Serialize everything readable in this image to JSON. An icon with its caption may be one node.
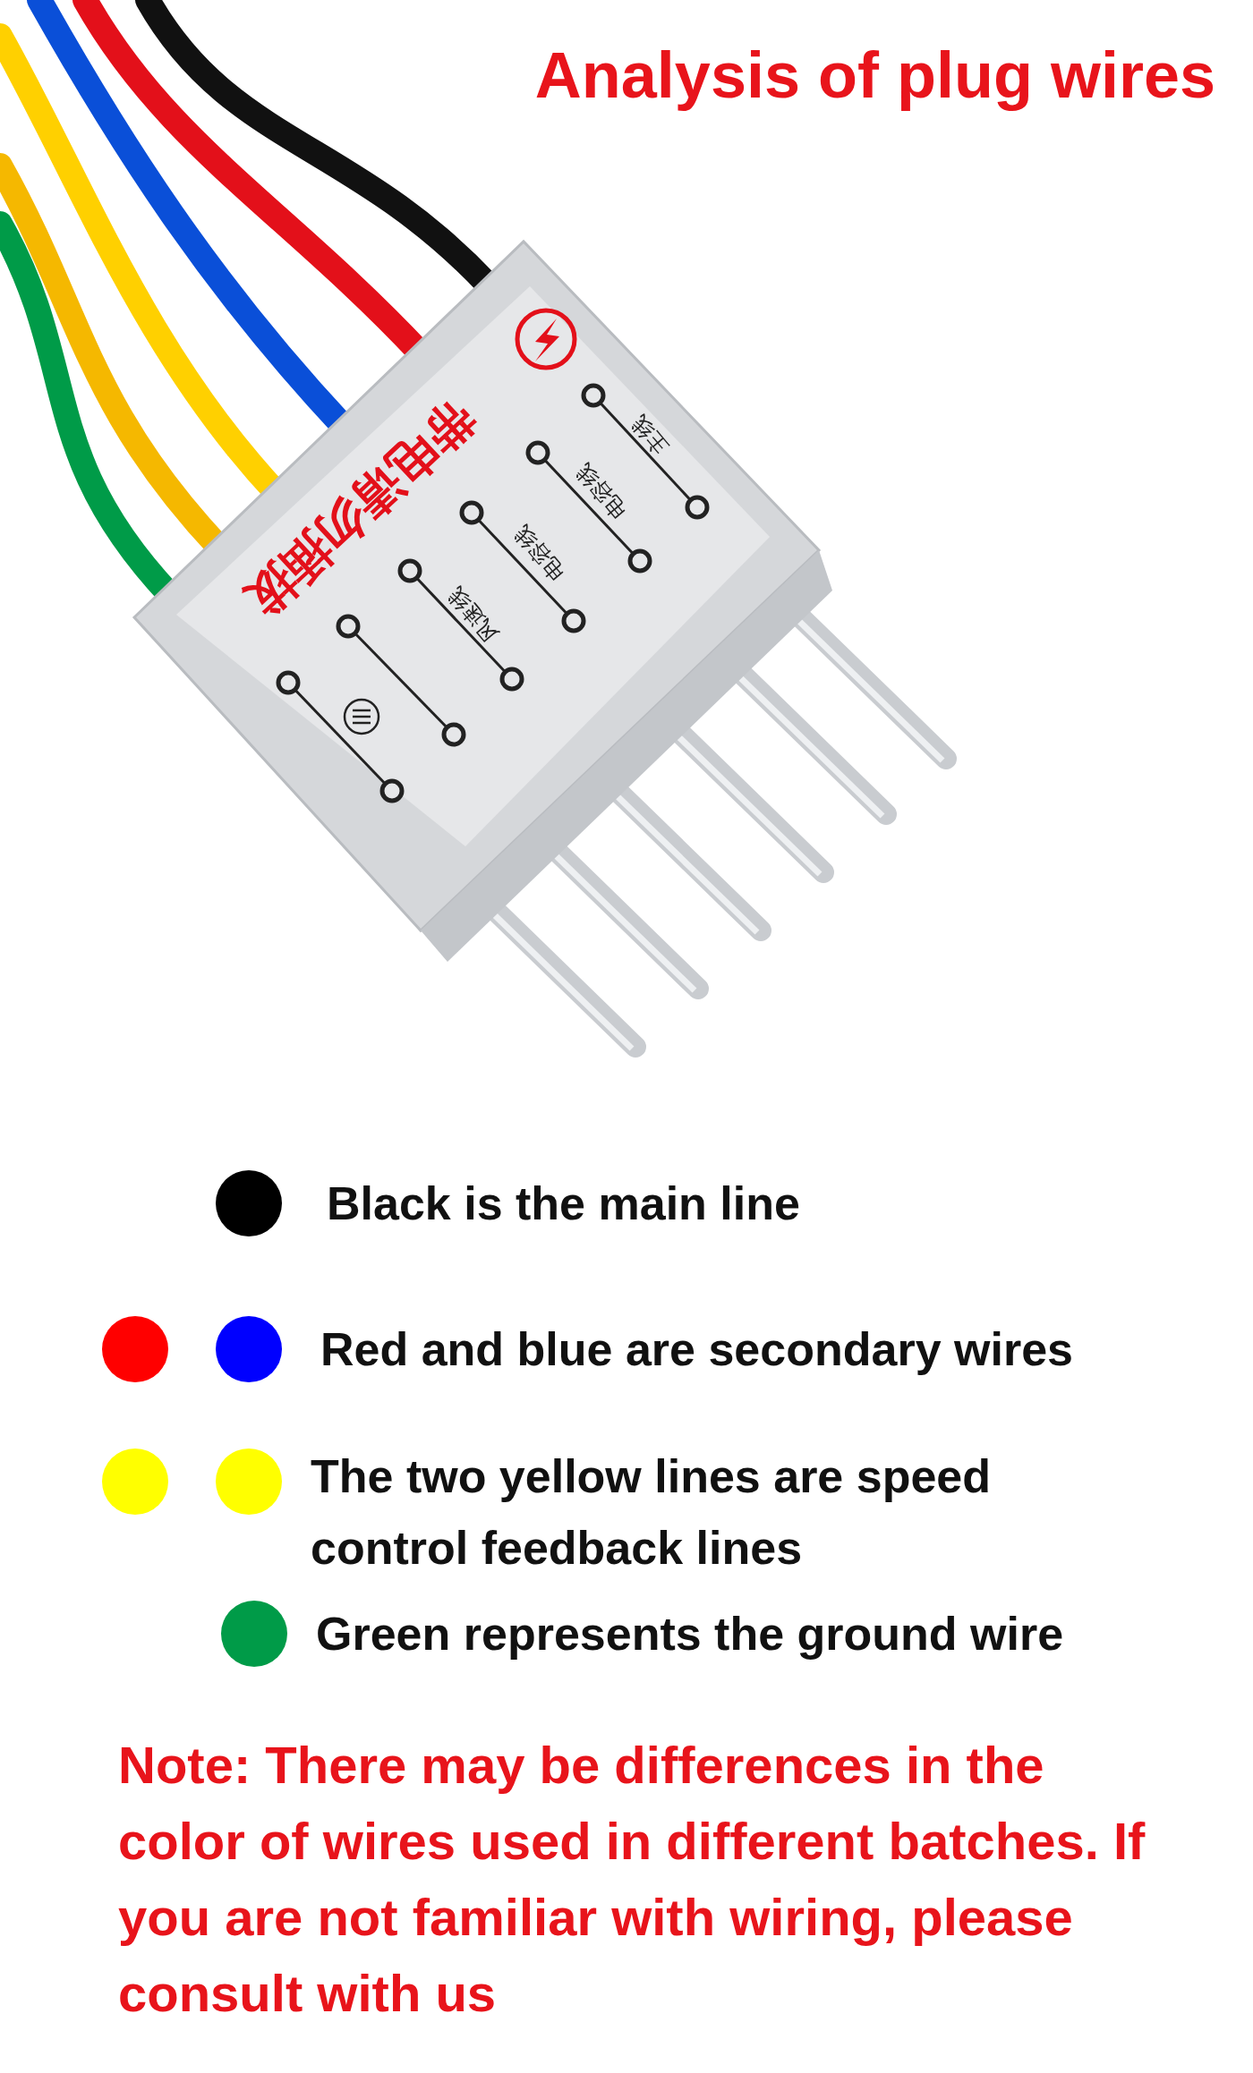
{
  "diagram": {
    "title": "Analysis of plug wires",
    "labels": [
      "带电请勿插拔",
      "主线",
      "电容线",
      "电容线",
      "风速线",
      "Note: There may be differences in the color of wires used in different batches. If you are not familiar with wiring, please consult with us"
    ],
    "legend": [
      {
        "text": "Black is the main line",
        "color": "#000000"
      },
      {
        "text": "Red and blue are secondary wires",
        "color": "#ff0000"
      },
      {
        "text": "The two yellow lines are speed control feedback lines",
        "color": "#ffff00"
      },
      {
        "text": "Green represents the ground wire",
        "color": "#009b48"
      }
    ]
  }
}
